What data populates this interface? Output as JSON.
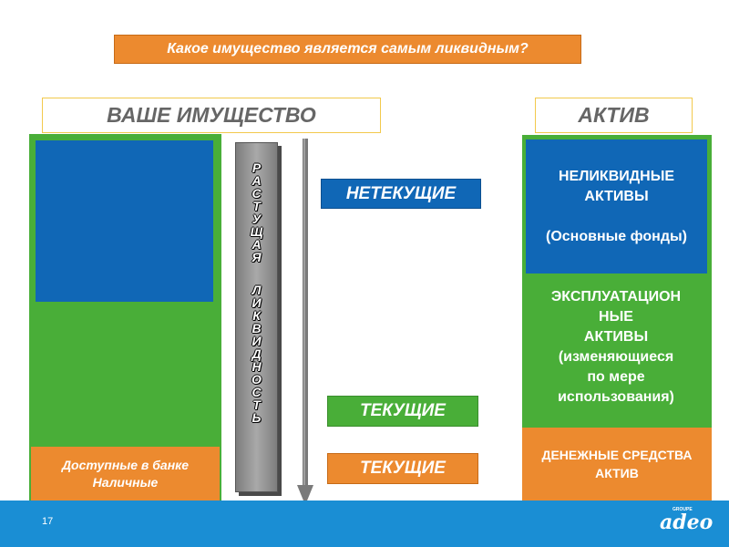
{
  "question": "Какое имущество является самым ликвидным?",
  "headers": {
    "left": "ВАШЕ ИМУЩЕСТВО",
    "right": "АКТИВ"
  },
  "left_column": {
    "bank_line1": "Доступные в банке",
    "bank_line2": "Наличные"
  },
  "liquidity": {
    "word1": "РАСТУЩАЯ",
    "word2": "ЛИКВИДНОСТЬ"
  },
  "middle": {
    "noncurrent": "НЕТЕКУЩИЕ",
    "current1": "ТЕКУЩИЕ",
    "current2": "ТЕКУЩИЕ"
  },
  "right_column": {
    "illiquid_line1": "НЕЛИКВИДНЫЕ",
    "illiquid_line2": "АКТИВЫ",
    "illiquid_line3": "(Основные фонды)",
    "operating_line1": "ЭКСПЛУАТАЦИОН",
    "operating_line2": "НЫЕ",
    "operating_line3": "АКТИВЫ",
    "operating_line4": "(изменяющиеся",
    "operating_line5": "по мере",
    "operating_line6": "использования)",
    "cash_line1": "ДЕНЕЖНЫЕ СРЕДСТВА",
    "cash_line2": "АКТИВ"
  },
  "footer": {
    "page_number": "17",
    "logo_small": "GROUPE",
    "logo_word": "adeo"
  },
  "colors": {
    "orange": "#ec8a2f",
    "green": "#49ae38",
    "blue": "#1067b6",
    "footer_blue": "#1a8ed4",
    "gray": "#8c8c8c"
  }
}
